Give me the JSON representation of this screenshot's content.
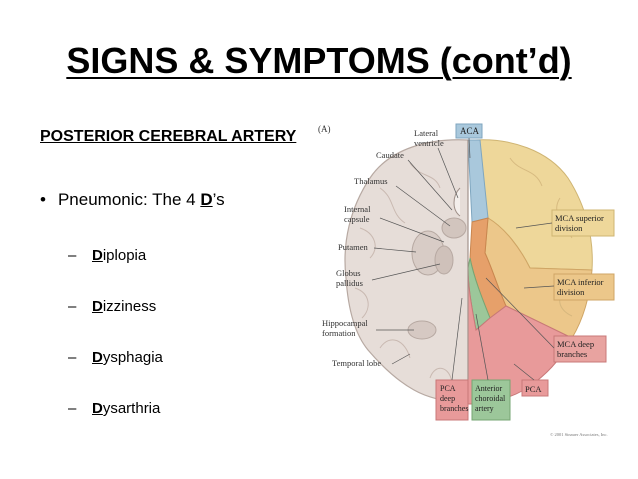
{
  "slide": {
    "title": "SIGNS & SYMPTOMS (cont’d)",
    "subtitle": "POSTERIOR CEREBRAL ARTERY",
    "bullet": {
      "prefix": "Pneumonic: The 4 ",
      "accent": "D",
      "suffix": "’s"
    },
    "sub_items": [
      {
        "first": "D",
        "rest": "iplopia"
      },
      {
        "first": "D",
        "rest": "izziness"
      },
      {
        "first": "D",
        "rest": "ysphagia"
      },
      {
        "first": "D",
        "rest": "ysarthria"
      }
    ]
  },
  "diagram": {
    "panel_label": "(A)",
    "labels": {
      "lateral_ventricle": [
        "Lateral",
        "ventricle"
      ],
      "caudate": "Caudate",
      "thalamus": "Thalamus",
      "internal_capsule": [
        "Internal",
        "capsule"
      ],
      "putamen": "Putamen",
      "globus_pallidus": [
        "Globus",
        "pallidus"
      ],
      "hippocampal_formation": [
        "Hippocampal",
        "formation"
      ],
      "temporal_lobe": "Temporal lobe",
      "aca": "ACA",
      "mca_superior": [
        "MCA superior",
        "division"
      ],
      "mca_inferior": [
        "MCA inferior",
        "division"
      ],
      "mca_deep": [
        "MCA deep",
        "branches"
      ],
      "pca_deep": [
        "PCA",
        "deep",
        "branches"
      ],
      "anterior_choroidal": [
        "Anterior",
        "choroidal",
        "artery"
      ],
      "pca": "PCA"
    },
    "copyright": "© 2001 Sinauer Associates, Inc.",
    "colors": {
      "aca": "#a9c8dc",
      "mca": "#eed79a",
      "mca_inferior": "#e6b070",
      "mca_deep": "#e8a3a0",
      "pca": "#e89a9a",
      "anterior_choroidal": "#9cc79a",
      "brain_gray": "#e6ddd8"
    }
  }
}
